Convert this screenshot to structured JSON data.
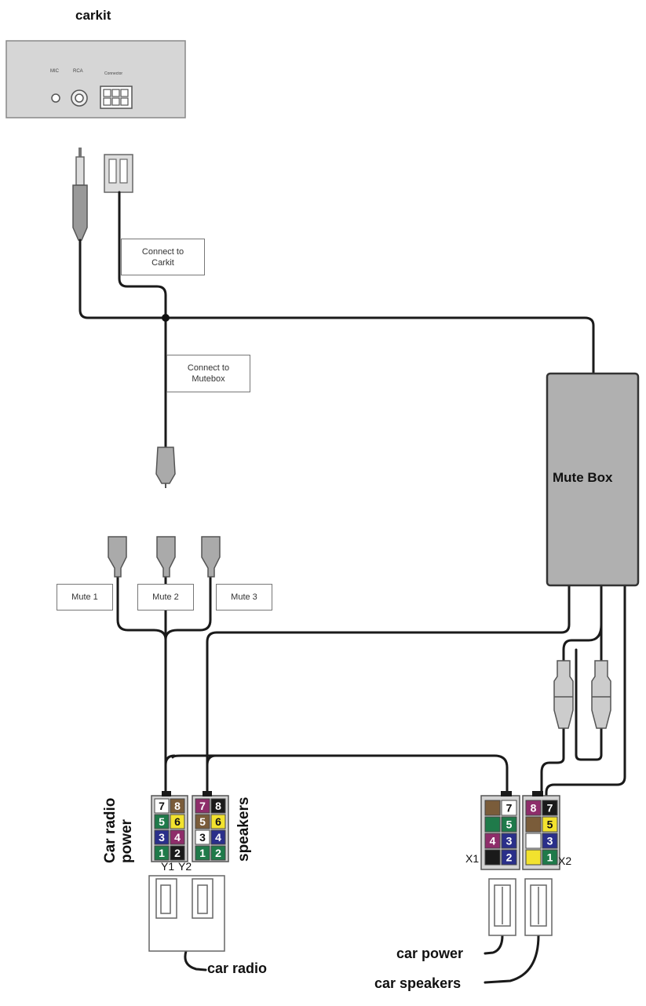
{
  "title": "carkit",
  "carkit_panel": {
    "mic_label": "MIC",
    "rca_label": "RCA",
    "connector_label": "Connector"
  },
  "labels": {
    "connect_carkit": "Connect to\nCarkit",
    "connect_mutebox": "Connect to\nMutebox",
    "mute_box": "Mute Box",
    "mute1": "Mute 1",
    "mute2": "Mute 2",
    "mute3": "Mute 3",
    "car_radio_power": "Car radio\npower",
    "speakers": "speakers",
    "y1": "Y1",
    "y2": "Y2",
    "x1": "X1",
    "x2": "X2",
    "car_radio": "car radio",
    "car_power": "car power",
    "car_speakers": "car speakers"
  },
  "colors": {
    "brown": "#7a5c3a",
    "white": "#ffffff",
    "green": "#1f7a4a",
    "yellow": "#f2e22e",
    "blue": "#2a2f8a",
    "purple": "#8e2d6a",
    "black": "#1a1a1a",
    "gray": "#d4d4d4",
    "box_gray": "#b0b0b0"
  },
  "connectors": {
    "y1": [
      [
        {
          "n": "7",
          "bg": "#ffffff",
          "fg": "#111"
        },
        {
          "n": "8",
          "bg": "#7a5c3a",
          "fg": "#fff"
        }
      ],
      [
        {
          "n": "5",
          "bg": "#1f7a4a",
          "fg": "#fff"
        },
        {
          "n": "6",
          "bg": "#f2e22e",
          "fg": "#111"
        }
      ],
      [
        {
          "n": "3",
          "bg": "#2a2f8a",
          "fg": "#fff"
        },
        {
          "n": "4",
          "bg": "#8e2d6a",
          "fg": "#fff"
        }
      ],
      [
        {
          "n": "1",
          "bg": "#1f7a4a",
          "fg": "#fff"
        },
        {
          "n": "2",
          "bg": "#1a1a1a",
          "fg": "#fff"
        }
      ]
    ],
    "y2": [
      [
        {
          "n": "7",
          "bg": "#8e2d6a",
          "fg": "#fff"
        },
        {
          "n": "8",
          "bg": "#1a1a1a",
          "fg": "#fff"
        }
      ],
      [
        {
          "n": "5",
          "bg": "#7a5c3a",
          "fg": "#fff"
        },
        {
          "n": "6",
          "bg": "#f2e22e",
          "fg": "#111"
        }
      ],
      [
        {
          "n": "3",
          "bg": "#ffffff",
          "fg": "#111"
        },
        {
          "n": "4",
          "bg": "#2a2f8a",
          "fg": "#fff"
        }
      ],
      [
        {
          "n": "1",
          "bg": "#1f7a4a",
          "fg": "#fff"
        },
        {
          "n": "2",
          "bg": "#1f7a4a",
          "fg": "#fff"
        }
      ]
    ],
    "x1": [
      [
        {
          "n": "",
          "bg": "#7a5c3a",
          "fg": "#fff"
        },
        {
          "n": "7",
          "bg": "#ffffff",
          "fg": "#111"
        }
      ],
      [
        {
          "n": "",
          "bg": "#1f7a4a",
          "fg": "#fff"
        },
        {
          "n": "5",
          "bg": "#1f7a4a",
          "fg": "#fff"
        }
      ],
      [
        {
          "n": "4",
          "bg": "#8e2d6a",
          "fg": "#fff"
        },
        {
          "n": "3",
          "bg": "#2a2f8a",
          "fg": "#fff"
        }
      ],
      [
        {
          "n": "",
          "bg": "#1a1a1a",
          "fg": "#fff"
        },
        {
          "n": "2",
          "bg": "#2a2f8a",
          "fg": "#fff"
        }
      ]
    ],
    "x2": [
      [
        {
          "n": "8",
          "bg": "#8e2d6a",
          "fg": "#fff"
        },
        {
          "n": "7",
          "bg": "#1a1a1a",
          "fg": "#fff"
        }
      ],
      [
        {
          "n": "",
          "bg": "#7a5c3a",
          "fg": "#fff"
        },
        {
          "n": "5",
          "bg": "#f2e22e",
          "fg": "#111"
        }
      ],
      [
        {
          "n": "",
          "bg": "#ffffff",
          "fg": "#111"
        },
        {
          "n": "3",
          "bg": "#2a2f8a",
          "fg": "#fff"
        }
      ],
      [
        {
          "n": "",
          "bg": "#f2e22e",
          "fg": "#111"
        },
        {
          "n": "1",
          "bg": "#1f7a4a",
          "fg": "#fff"
        }
      ]
    ]
  }
}
